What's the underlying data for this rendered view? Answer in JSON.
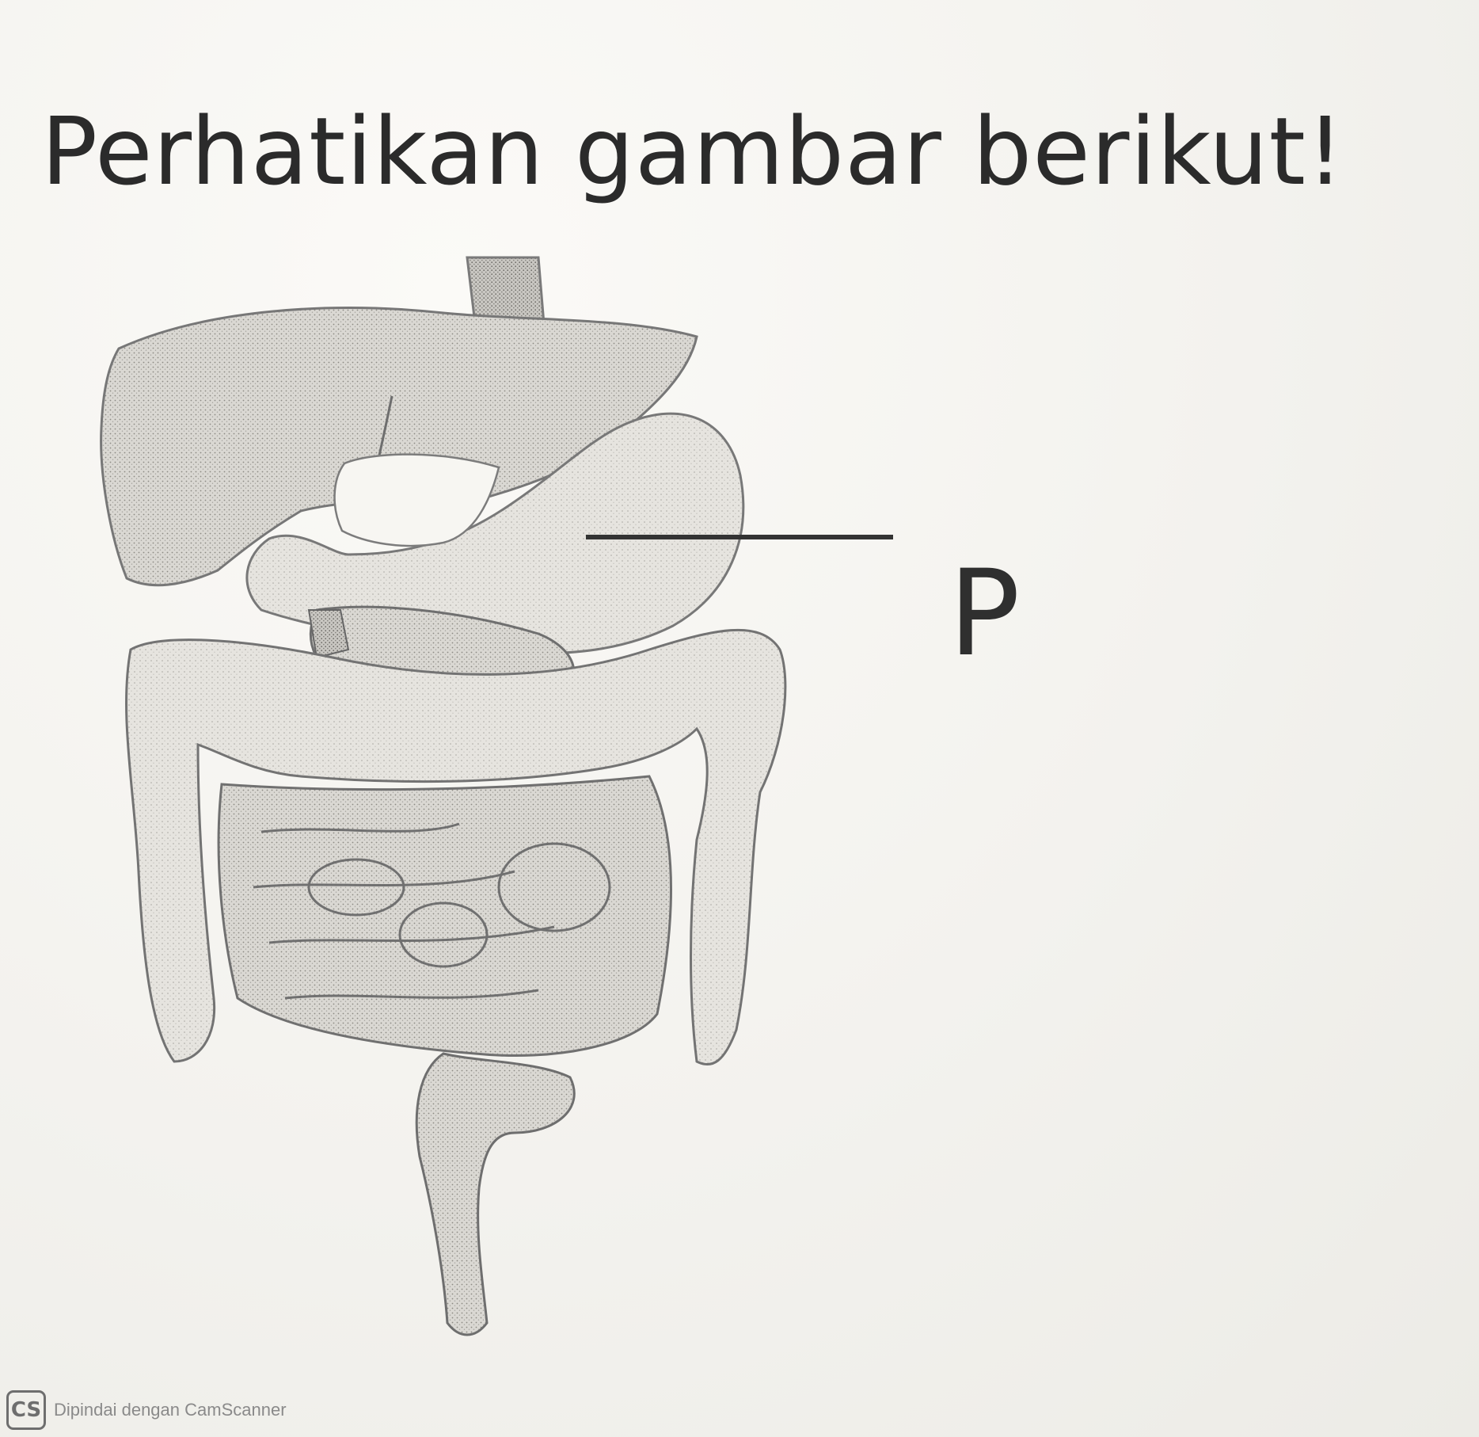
{
  "title": "Perhatikan gambar berikut!",
  "labels": {
    "p": "P"
  },
  "watermark": {
    "logo": "CS",
    "text": "Dipindai dengan CamScanner"
  },
  "colors": {
    "organ_fill": "#d8d6d1",
    "organ_stroke": "#6f6f6f",
    "ink": "#2b2b2b"
  }
}
